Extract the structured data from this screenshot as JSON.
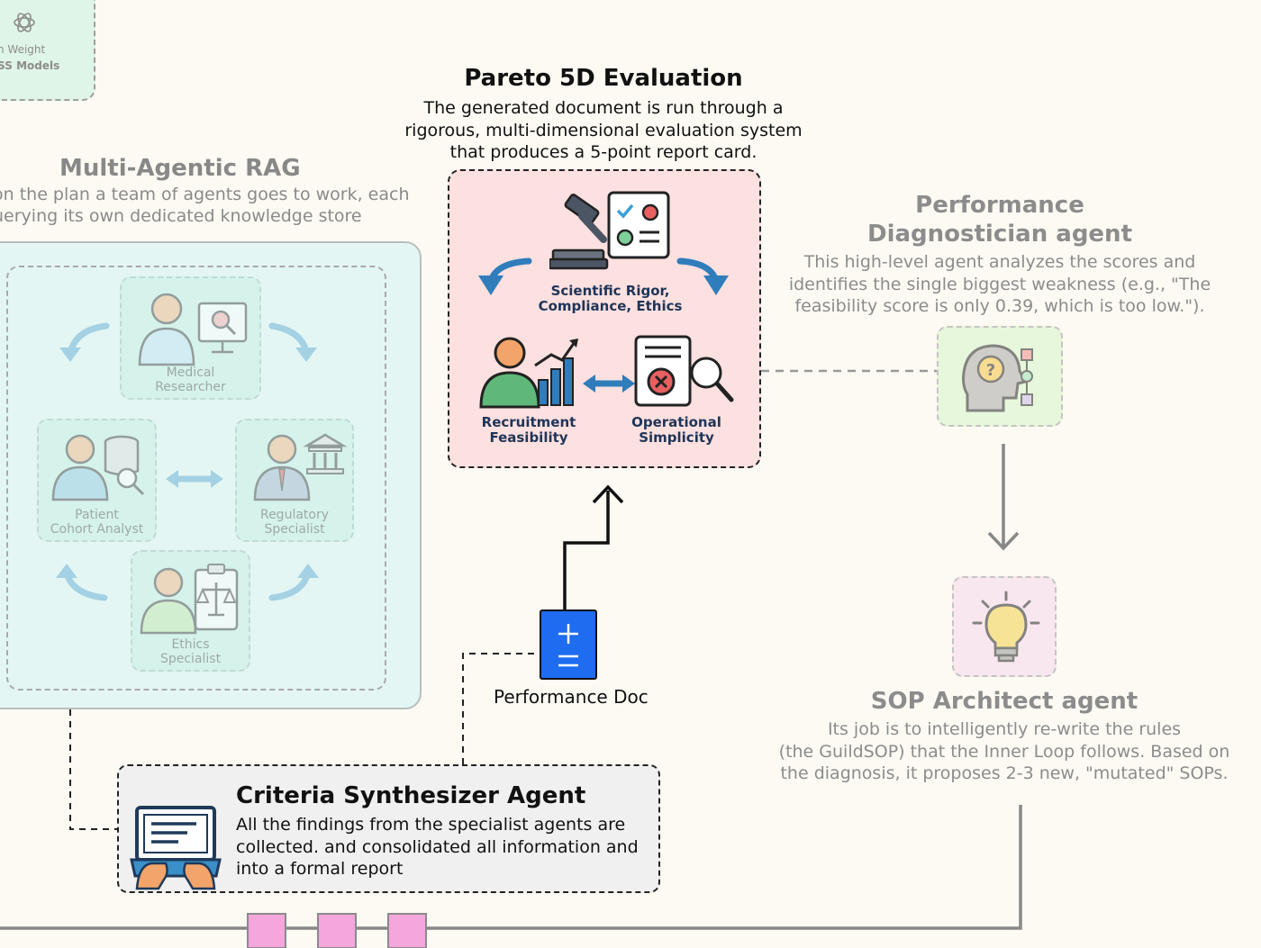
{
  "open_weight": {
    "line1": "pen Weight",
    "line2": "-OSS Models"
  },
  "rag": {
    "title": "Multi-Agentic RAG",
    "desc_line1": "on the plan a team of agents goes to work, each",
    "desc_line2": "uerying its own dedicated knowledge store",
    "agents": {
      "medical_researcher": [
        "Medical",
        "Researcher"
      ],
      "patient_cohort": [
        "Patient",
        "Cohort Analyst"
      ],
      "regulatory": [
        "Regulatory",
        "Specialist"
      ],
      "ethics": [
        "Ethics",
        "Specialist"
      ]
    }
  },
  "pareto": {
    "title": "Pareto 5D Evaluation",
    "desc_line1": "The generated document is run through a",
    "desc_line2": "rigorous, multi-dimensional evaluation system",
    "desc_line3": "that produces a 5-point report card.",
    "label_rigor_1": "Scientific Rigor,",
    "label_rigor_2": "Compliance, Ethics",
    "label_recruit_1": "Recruitment",
    "label_recruit_2": "Feasibility",
    "label_ops_1": "Operational",
    "label_ops_2": "Simplicity"
  },
  "performance_doc": {
    "label": "Performance Doc"
  },
  "criteria": {
    "title": "Criteria Synthesizer Agent",
    "desc_line1": "All the findings from the specialist agents are",
    "desc_line2": "collected. and consolidated all information and",
    "desc_line3": "into a formal report"
  },
  "diagnostician": {
    "title_line1": "Performance",
    "title_line2": "Diagnostician agent",
    "desc_line1": "This high-level agent analyzes the scores and",
    "desc_line2": "identifies the single biggest weakness (e.g., \"The",
    "desc_line3": "feasibility score is only 0.39, which is too low.\")."
  },
  "sop": {
    "title": "SOP Architect agent",
    "desc_line1": "Its job is to intelligently re-write the rules",
    "desc_line2": "(the GuildSOP) that the Inner Loop follows. Based on",
    "desc_line3": "the diagnosis, it proposes 2-3 new, \"mutated\" SOPs."
  },
  "icons": {
    "openai": "openai-logo-icon",
    "doctor": "medical-researcher-icon",
    "gavel": "gavel-checklist-icon",
    "chart": "recruitment-chart-icon",
    "doc_search": "document-search-icon",
    "laptop": "laptop-typing-icon",
    "head": "diagnostic-head-icon",
    "bulb": "lightbulb-icon"
  },
  "colors": {
    "background": "#fcfaf3",
    "rag_bg": "#e3f6f4",
    "agent_card": "#c6efe1",
    "pareto_bg": "#fde0e0",
    "doc_blue": "#1e6cf0",
    "diag_green": "#d6f5c8",
    "sop_pink": "#f7d8ef",
    "block_pink": "#f4a6dd"
  }
}
